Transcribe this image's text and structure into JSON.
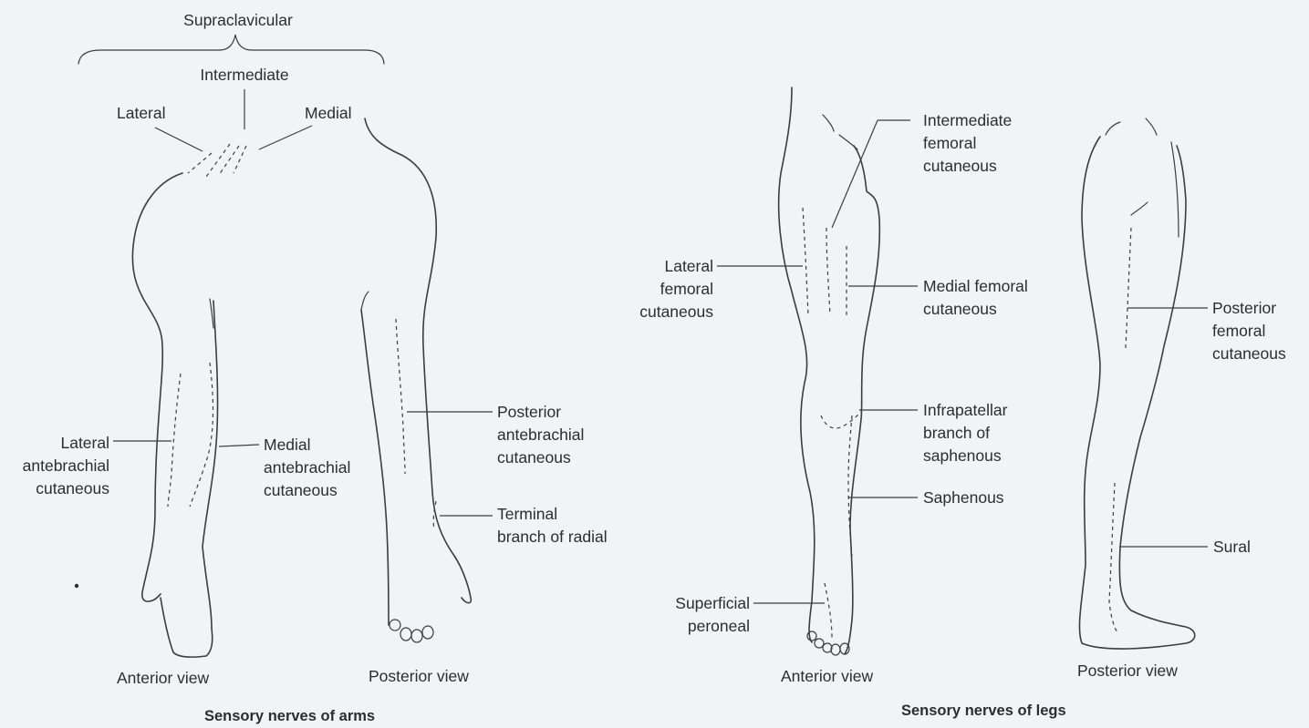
{
  "arms": {
    "supraclavicular": "Supraclavicular",
    "intermediate": "Intermediate",
    "lateral": "Lateral",
    "medial": "Medial",
    "lateral_antebrachial": "Lateral\nantebrachial\ncutaneous",
    "medial_antebrachial": "Medial\nantebrachial\ncutaneous",
    "posterior_antebrachial": "Posterior\nantebrachial\ncutaneous",
    "terminal_radial": "Terminal\nbranch of radial",
    "anterior_view": "Anterior view",
    "posterior_view": "Posterior view",
    "caption": "Sensory nerves of arms"
  },
  "legs": {
    "intermediate_femoral": "Intermediate\nfemoral\ncutaneous",
    "lateral_femoral": "Lateral\nfemoral\ncutaneous",
    "medial_femoral": "Medial femoral\ncutaneous",
    "infrapatellar": "Infrapatellar\nbranch of\nsaphenous",
    "saphenous": "Saphenous",
    "superficial_peroneal": "Superficial\nperoneal",
    "posterior_femoral": "Posterior\nfemoral\ncutaneous",
    "sural": "Sural",
    "anterior_view": "Anterior view",
    "posterior_view": "Posterior view",
    "caption": "Sensory nerves of legs"
  }
}
